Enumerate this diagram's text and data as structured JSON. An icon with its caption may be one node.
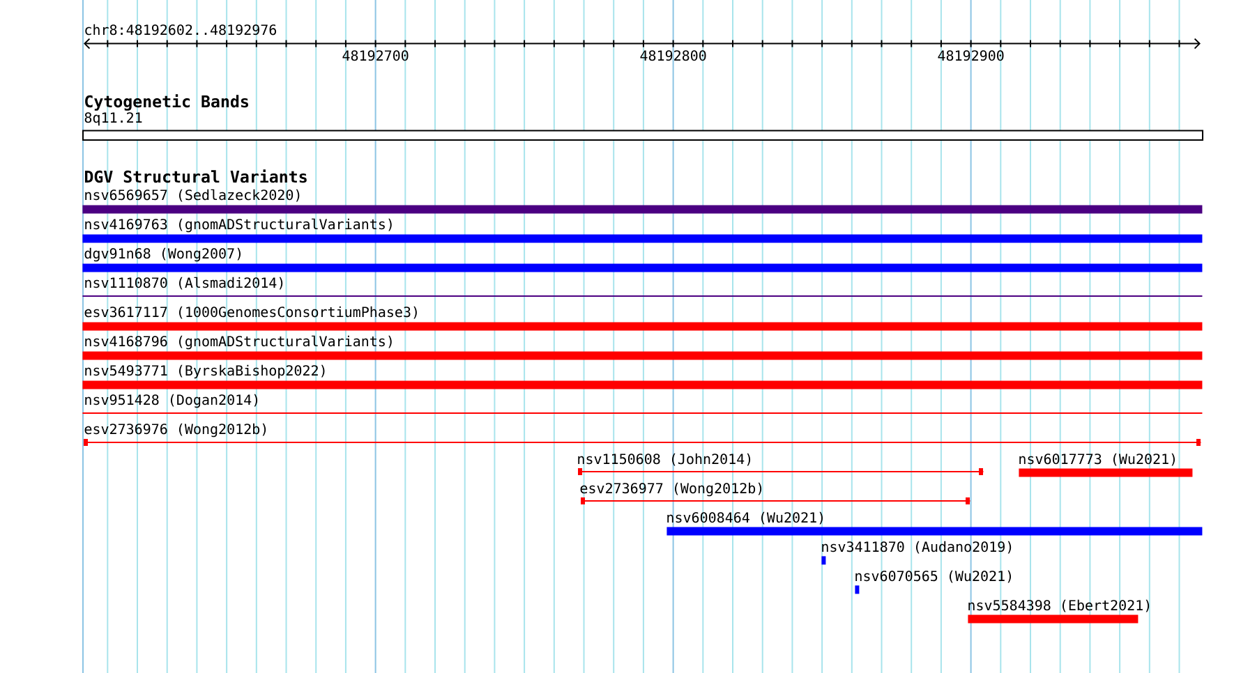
{
  "diagram": {
    "nodes": [
      {
        "text": [
          "8q11.21"
        ]
      },
      {
        "text": [
          "nsv6569657 (Sedlazeck2020)"
        ]
      },
      {
        "text": [
          "nsv4169763 (gnomADStructuralVariants)"
        ]
      },
      {
        "text": [
          "dgv91n68 (Wong2007)"
        ]
      },
      {
        "text": [
          "nsv1110870 (Alsmadi2014)"
        ]
      },
      {
        "text": [
          "esv3617117 (1000GenomesConsortiumPhase3)"
        ]
      },
      {
        "text": [
          "nsv4168796 (gnomADStructuralVariants)"
        ]
      },
      {
        "text": [
          "nsv5493771 (ByrskaBishop2022)"
        ]
      },
      {
        "text": [
          "nsv951428 (Dogan2014)"
        ]
      },
      {
        "text": [
          "esv2736976 (Wong2012b)"
        ]
      },
      {
        "text": [
          "nsv1150608 (John2014)"
        ]
      },
      {
        "text": [
          "nsv6017773 (Wu2021)"
        ]
      },
      {
        "text": [
          "esv2736977 (Wong2012b)"
        ]
      },
      {
        "text": [
          "nsv6008464 (Wu2021)"
        ]
      },
      {
        "text": [
          "nsv3411870 (Audano2019)"
        ]
      },
      {
        "text": [
          "nsv6070565 (Wu2021)"
        ]
      },
      {
        "text": [
          "nsv5584398 (Ebert2021)"
        ]
      }
    ],
    "labels": [
      "chr8:48192602..48192976",
      "48192700",
      "48192800",
      "48192900",
      "Cytogenetic Bands",
      "DGV Structural Variants"
    ]
  }
}
